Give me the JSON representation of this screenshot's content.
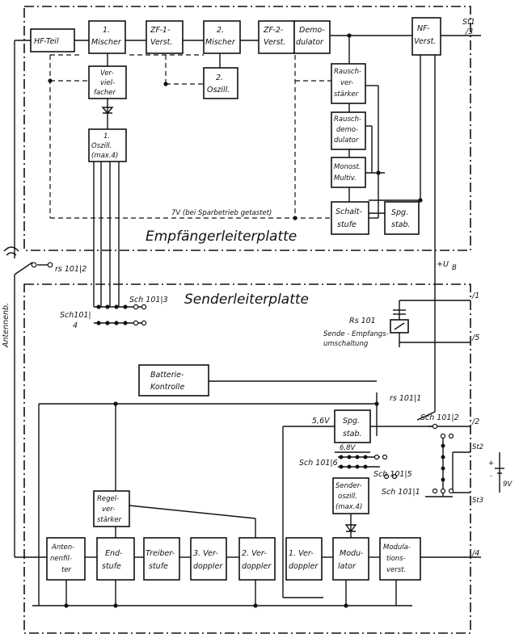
{
  "boards": {
    "receiver": "Empfängerleiterplatte",
    "transmitter": "Senderleiterplatte"
  },
  "receiver_blocks": {
    "hf": "HF-Teil",
    "mixer1": [
      "1.",
      "Mischer"
    ],
    "zf1": [
      "ZF-1-",
      "Verst."
    ],
    "mixer2": [
      "2.",
      "Mischer"
    ],
    "zf2": [
      "ZF-2-",
      "Verst."
    ],
    "demod": [
      "Demo-",
      "dulator"
    ],
    "nf": [
      "NF-",
      "Verst."
    ],
    "multiplier": [
      "Ver-",
      "viel-",
      "facher"
    ],
    "osc2": [
      "2.",
      "Oszill."
    ],
    "osc1": [
      "1.",
      "Oszill.",
      "(max.4)"
    ],
    "noise_amp": [
      "Rausch-",
      "ver-",
      "stärker"
    ],
    "noise_demod": [
      "Rausch-",
      "demo-",
      "dulator"
    ],
    "monoflop": [
      "Monost.",
      "Multiv."
    ],
    "switch_stage": [
      "Schalt-",
      "stufe"
    ],
    "voltage_stab": [
      "Spg.",
      "stab."
    ]
  },
  "transmitter_blocks": {
    "battery": [
      "Batterie-",
      "Kontrolle"
    ],
    "voltage_stab": [
      "Spg.",
      "stab."
    ],
    "tx_osc": [
      "Sender-",
      "oszill.",
      "(max.4)"
    ],
    "agc": [
      "Regel-",
      "ver-",
      "stärker"
    ],
    "ant_filter": [
      "Anten-",
      "nenfil-",
      "ter"
    ],
    "output_stage": [
      "End-",
      "stufe"
    ],
    "driver": [
      "Treiber-",
      "stufe"
    ],
    "doubler3": [
      "3. Ver-",
      "doppler"
    ],
    "doubler2": [
      "2. Ver-",
      "doppler"
    ],
    "doubler1": [
      "1. Ver-",
      "doppler"
    ],
    "modulator": [
      "Modu-",
      "lator"
    ],
    "mod_amp": [
      "Modula-",
      "tions-",
      "verst."
    ]
  },
  "labels": {
    "st1": "St1",
    "pin3": "/3",
    "pin1": "/1",
    "pin5": "/5",
    "pin2": "/2",
    "pin4": "/4",
    "st2": "St2",
    "st3": "St3",
    "sparbetrieb": "7V (bei Sparbetrieb getastet)",
    "ub": "+U",
    "ub_sub": "B",
    "rs1012": "rs 101|2",
    "antenna": "Antennenb.",
    "sch1013": "Sch 101|3",
    "sch1014": [
      "Sch101|",
      "4"
    ],
    "rs101": "Rs 101",
    "relay_desc": [
      "Sende - Empfangs-",
      "umschaltung"
    ],
    "rs1011": "rs 101|1",
    "sch1012": "Sch 101|2",
    "v56": "5,6V",
    "v68": "6,8V",
    "sch1016": "Sch 101|6",
    "sch1015": "Sch 101|5",
    "sch1011": "Sch 101|1",
    "batt": [
      "9V",
      "+",
      "-"
    ]
  }
}
